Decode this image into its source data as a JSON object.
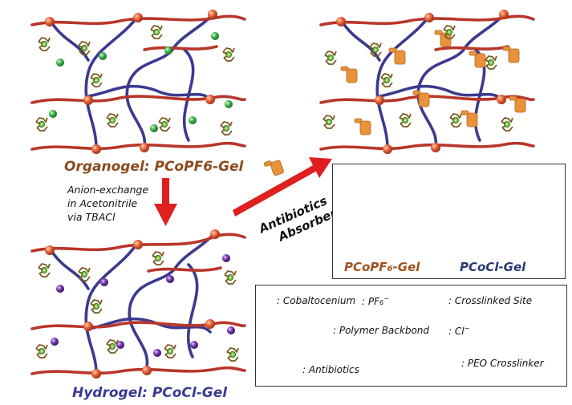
{
  "colors": {
    "backbone": "#b8362a",
    "crosslinker": "#3b3a8f",
    "crosslink_site": "#e0603a",
    "pf6_ion": "#3cb44b",
    "cl_ion": "#6a3d9a",
    "antibiotic": "#e8923a",
    "cobaltocenium": "#8a6a2a",
    "arrow": "#e02020",
    "organogel_caption": "#8b4a1e",
    "hydrogel_caption": "#3a3a90",
    "pcopf6_photo_caption": "#a0521e",
    "pcocl_photo_caption": "#2a3a70"
  },
  "panels": {
    "organogel": {
      "caption": "Organogel: PCoPF6-Gel"
    },
    "hydrogel": {
      "caption": "Hydrogel: PCoCl-Gel"
    }
  },
  "steps": {
    "anion_exchange": [
      "Anion-exchange",
      "in Acetonitrile",
      "via TBACl"
    ],
    "absorption": [
      "Antibiotics",
      "Absorbent"
    ]
  },
  "photos": {
    "left": {
      "caption_main": "PCoPF",
      "caption_sub": "6",
      "caption_tail": "-Gel"
    },
    "right": {
      "caption": "PCoCl-Gel"
    }
  },
  "legend": {
    "cobaltocenium": ": Cobaltocenium",
    "pf6_main": ": PF",
    "pf6_sub": "6",
    "pf6_sup": "−",
    "crosslinked_site": ": Crosslinked Site",
    "polymer_backbone": ": Polymer Backbond",
    "cl": ": Cl",
    "cl_sup": "−",
    "antibiotics": ": Antibiotics",
    "peo_crosslinker": ": PEO Crosslinker"
  },
  "icons": {
    "cobaltocenium": "cobaltocenium-icon",
    "pf6": "pf6-ion-icon",
    "cl": "chloride-ion-icon",
    "site": "crosslink-site-icon",
    "antibiotic": "antibiotic-icon"
  }
}
